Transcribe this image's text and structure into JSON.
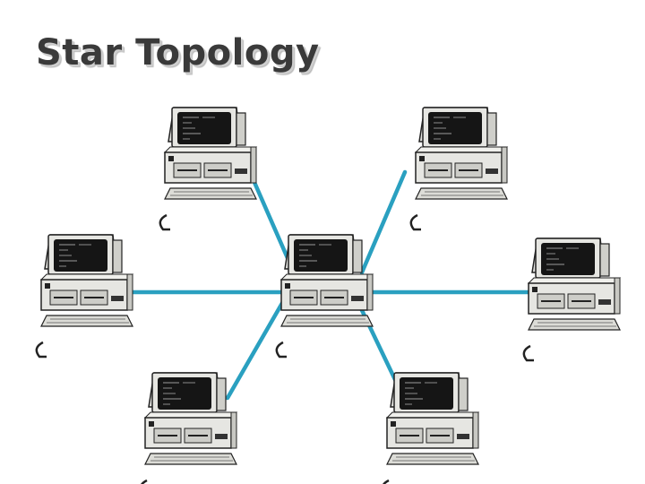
{
  "title": "Star Topology",
  "colors": {
    "link": "#2aa0c0",
    "case": "#e6e6e2",
    "screen": "#151515",
    "outline": "#222222"
  },
  "nodes": [
    {
      "id": "hub",
      "role": "hub",
      "icon": "desktop-computer-icon"
    },
    {
      "id": "top-left",
      "role": "node",
      "icon": "desktop-computer-icon"
    },
    {
      "id": "top-right",
      "role": "node",
      "icon": "desktop-computer-icon"
    },
    {
      "id": "middle-left",
      "role": "node",
      "icon": "desktop-computer-icon"
    },
    {
      "id": "middle-right",
      "role": "node",
      "icon": "desktop-computer-icon"
    },
    {
      "id": "bottom-left",
      "role": "node",
      "icon": "desktop-computer-icon"
    },
    {
      "id": "bottom-right",
      "role": "node",
      "icon": "desktop-computer-icon"
    }
  ],
  "links": [
    {
      "from": "hub",
      "to": "top-left"
    },
    {
      "from": "hub",
      "to": "top-right"
    },
    {
      "from": "hub",
      "to": "middle-left"
    },
    {
      "from": "hub",
      "to": "middle-right"
    },
    {
      "from": "hub",
      "to": "bottom-left"
    },
    {
      "from": "hub",
      "to": "bottom-right"
    }
  ]
}
